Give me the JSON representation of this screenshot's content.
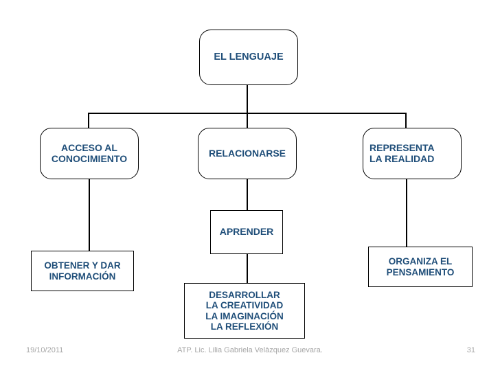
{
  "slide": {
    "background_color": "#FFFFFF",
    "node_text_color": "#1F4E79",
    "node_border_color": "#000000",
    "footer_text_color": "#A6A6A6"
  },
  "diagram": {
    "type": "hierarchy-tree",
    "root": {
      "id": "el-lenguaje",
      "label": "EL LENGUAJE",
      "shape": "rounded-rectangle"
    },
    "branches": [
      {
        "id": "acceso-al-conocimiento",
        "label": "ACCESO AL\nCONOCIMIENTO",
        "shape": "rounded-rectangle",
        "children": [
          {
            "id": "obtener-y-dar-informacion",
            "label": "OBTENER Y DAR\nINFORMACIÓN",
            "shape": "rectangle"
          }
        ]
      },
      {
        "id": "relacionarse",
        "label": "RELACIONARSE",
        "shape": "rounded-rectangle",
        "children": [
          {
            "id": "aprender",
            "label": "APRENDER",
            "shape": "rectangle",
            "children": [
              {
                "id": "desarrollar",
                "label": "DESARROLLAR\nLA CREATIVIDAD\nLA IMAGINACIÓN\nLA REFLEXIÓN",
                "shape": "rectangle"
              }
            ]
          }
        ]
      },
      {
        "id": "representa-la-realidad",
        "label": "REPRESENTA\nLA REALIDAD",
        "shape": "rounded-rectangle",
        "children": [
          {
            "id": "organiza-el-pensamiento",
            "label": "ORGANIZA EL\nPENSAMIENTO",
            "shape": "rectangle"
          }
        ]
      }
    ]
  },
  "footer": {
    "date": "19/10/2011",
    "author": "ATP. Lic. Lilia Gabriela Velàzquez Guevara.",
    "page_number": "31"
  }
}
